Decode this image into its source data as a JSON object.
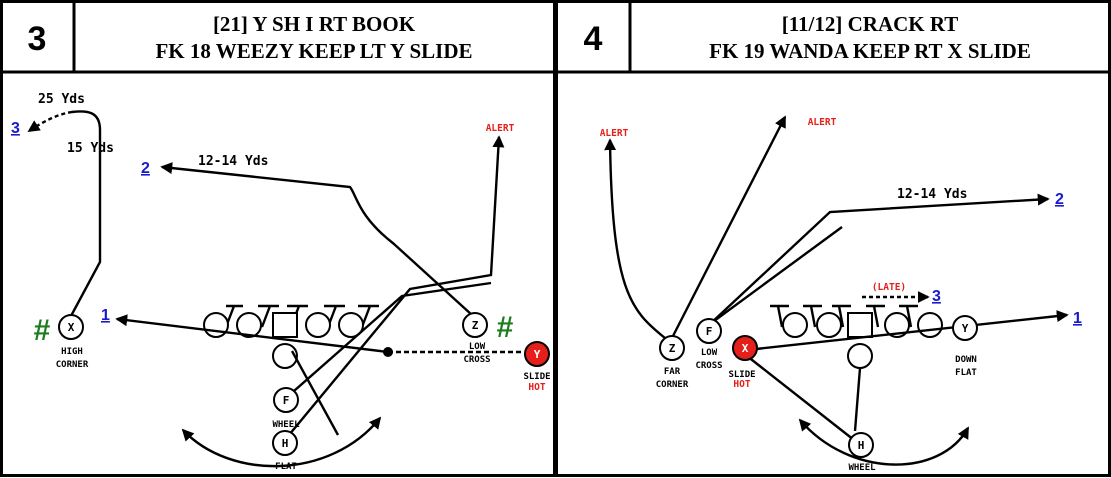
{
  "colors": {
    "alert": "#e5201b",
    "route_number": "#1a1acc",
    "landmark": "#1e7d1e",
    "hot_player": "#e5201b"
  },
  "play_3": {
    "number": "3",
    "formation": "[21] Y SH I RT BOOK",
    "motion": "FK 18 WEEZY KEEP LT Y SLIDE",
    "labels": {
      "yds_25": "25 Yds",
      "yds_15": "15 Yds",
      "yds_12_14": "12-14 Yds",
      "alert": "ALERT",
      "high": "HIGH",
      "corner": "CORNER",
      "low": "LOW",
      "cross": "CROSS",
      "slide": "SLIDE",
      "hot": "HOT",
      "wheel": "WHEEL",
      "flat": "FLAT"
    },
    "route_numbers": {
      "r1": "1",
      "r2": "2",
      "r3": "3"
    },
    "landmark_icon": "hash-mark-icon",
    "landmark_glyph": "#",
    "players": {
      "x": "X",
      "z": "Z",
      "y": "Y",
      "f": "F",
      "h": "H"
    }
  },
  "play_4": {
    "number": "4",
    "formation": "[11/12] CRACK RT",
    "motion": "FK 19 WANDA KEEP RT X SLIDE",
    "labels": {
      "alert_left": "ALERT",
      "alert_mid": "ALERT",
      "yds_12_14": "12-14 Yds",
      "late": "(LATE)",
      "far": "FAR",
      "corner": "CORNER",
      "low": "LOW",
      "cross": "CROSS",
      "slide": "SLIDE",
      "hot": "HOT",
      "down": "DOWN",
      "flat": "FLAT",
      "wheel": "WHEEL"
    },
    "route_numbers": {
      "r1": "1",
      "r2": "2",
      "r3": "3"
    },
    "players": {
      "z": "Z",
      "f": "F",
      "x": "X",
      "y": "Y",
      "h": "H"
    }
  }
}
